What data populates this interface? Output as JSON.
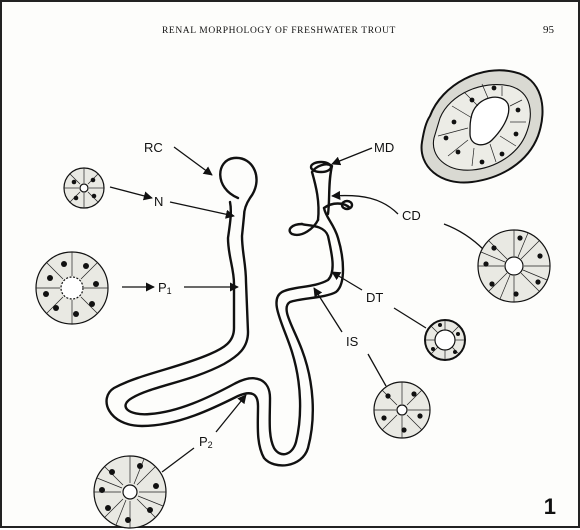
{
  "header": {
    "running_head": "RENAL MORPHOLOGY OF FRESHWATER TROUT",
    "page_number": "95"
  },
  "figure": {
    "number": "1",
    "labels": {
      "rc": "RC",
      "md": "MD",
      "n": "N",
      "cd": "CD",
      "p1_main": "P",
      "p1_sub": "1",
      "dt": "DT",
      "is": "IS",
      "p2_main": "P",
      "p2_sub": "2"
    }
  }
}
